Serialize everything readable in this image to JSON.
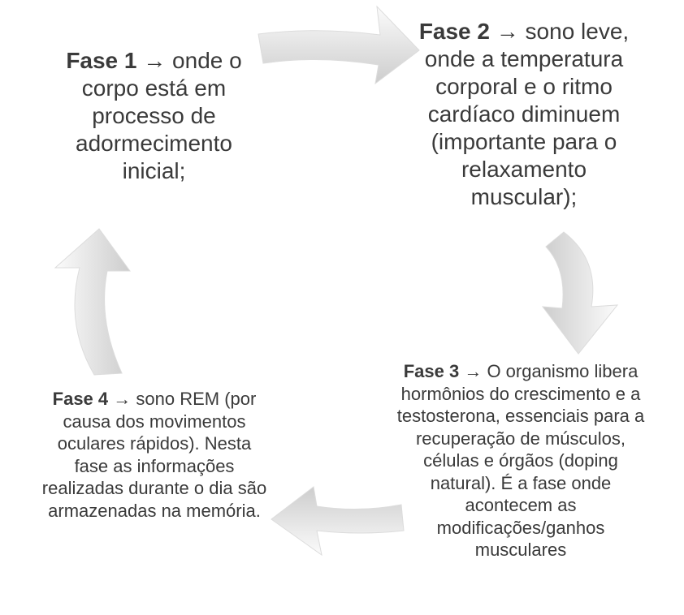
{
  "phases": [
    {
      "label": "Fase 1",
      "arrow": "→",
      "text": "onde o corpo está em processo de adormecimento inicial;"
    },
    {
      "label": "Fase 2",
      "arrow": "→",
      "text": "sono leve, onde a temperatura corporal e o ritmo cardíaco diminuem (importante para o relaxamento muscular);"
    },
    {
      "label": "Fase 3",
      "arrow": "→",
      "text": "O organismo libera hormônios do crescimento e a testosterona, essenciais para a recuperação de músculos, células e órgãos (doping natural).  É a fase onde acontecem as modificações/ganhos musculares"
    },
    {
      "label": "Fase 4",
      "arrow": "→",
      "text": "sono REM (por causa dos movimentos oculares rápidos). Nesta fase as informações realizadas durante o dia são armazenadas na memória."
    }
  ],
  "colors": {
    "text": "#3a3a3a",
    "arrow_light": "#ffffff",
    "arrow_dark": "#cfcfcf",
    "arrow_edge": "#d8d8d8"
  },
  "icons": [
    "curved-arrow-right-icon",
    "curved-arrow-down-icon",
    "curved-arrow-left-icon",
    "curved-arrow-up-icon"
  ]
}
